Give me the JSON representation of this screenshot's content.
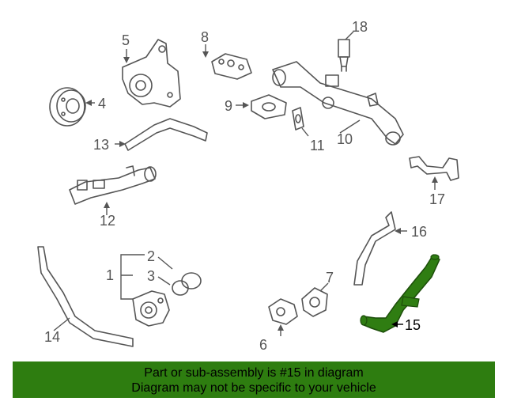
{
  "diagram": {
    "callouts": [
      "1",
      "2",
      "3",
      "4",
      "5",
      "6",
      "7",
      "8",
      "9",
      "10",
      "11",
      "12",
      "13",
      "14",
      "15",
      "16",
      "17",
      "18"
    ],
    "highlighted_part": "15"
  },
  "colors": {
    "highlight": "#2f7d12",
    "banner_bg": "#2e7d10",
    "line": "#555555"
  },
  "banner": {
    "line1": "Part or sub-assembly is #15 in diagram",
    "line2": "Diagram may not be specific to your vehicle"
  }
}
